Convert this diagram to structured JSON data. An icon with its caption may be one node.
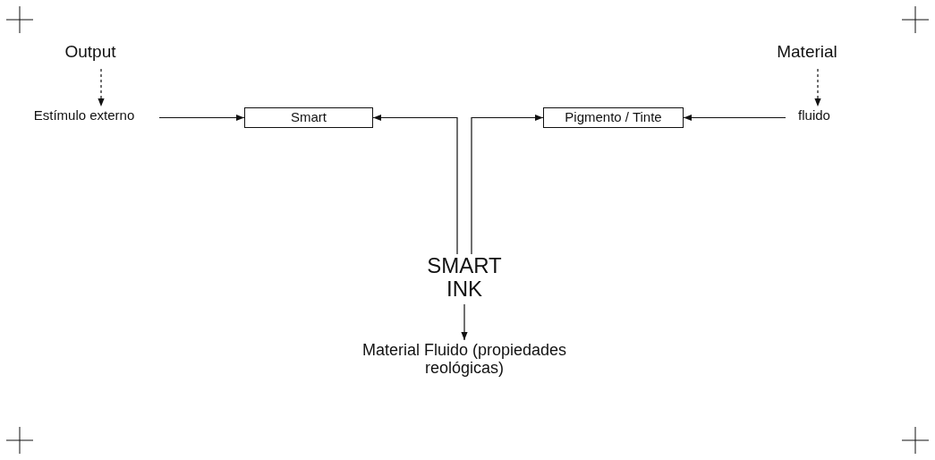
{
  "diagram": {
    "nodes": [
      {
        "text": [
          "Output"
        ]
      },
      {
        "text": [
          "Material"
        ]
      },
      {
        "text": [
          "Estímulo externo"
        ]
      },
      {
        "text": [
          "Smart"
        ]
      },
      {
        "text": [
          "Pigmento / Tinte"
        ]
      },
      {
        "text": [
          "fluido"
        ]
      },
      {
        "text": [
          "SMART INK"
        ]
      },
      {
        "text": [
          "Material Fluido (propiedades reológicas)"
        ]
      }
    ],
    "edges": [
      {
        "from": 0,
        "to": 2,
        "arrow": "to",
        "style": "dashed"
      },
      {
        "from": 1,
        "to": 5,
        "arrow": "to",
        "style": "dashed"
      },
      {
        "from": 2,
        "to": 3,
        "arrow": "to"
      },
      {
        "from": 6,
        "to": 3,
        "arrow": "to"
      },
      {
        "from": 6,
        "to": 4,
        "arrow": "to"
      },
      {
        "from": 5,
        "to": 4,
        "arrow": "to"
      },
      {
        "from": 6,
        "to": 7,
        "arrow": "to"
      }
    ]
  }
}
